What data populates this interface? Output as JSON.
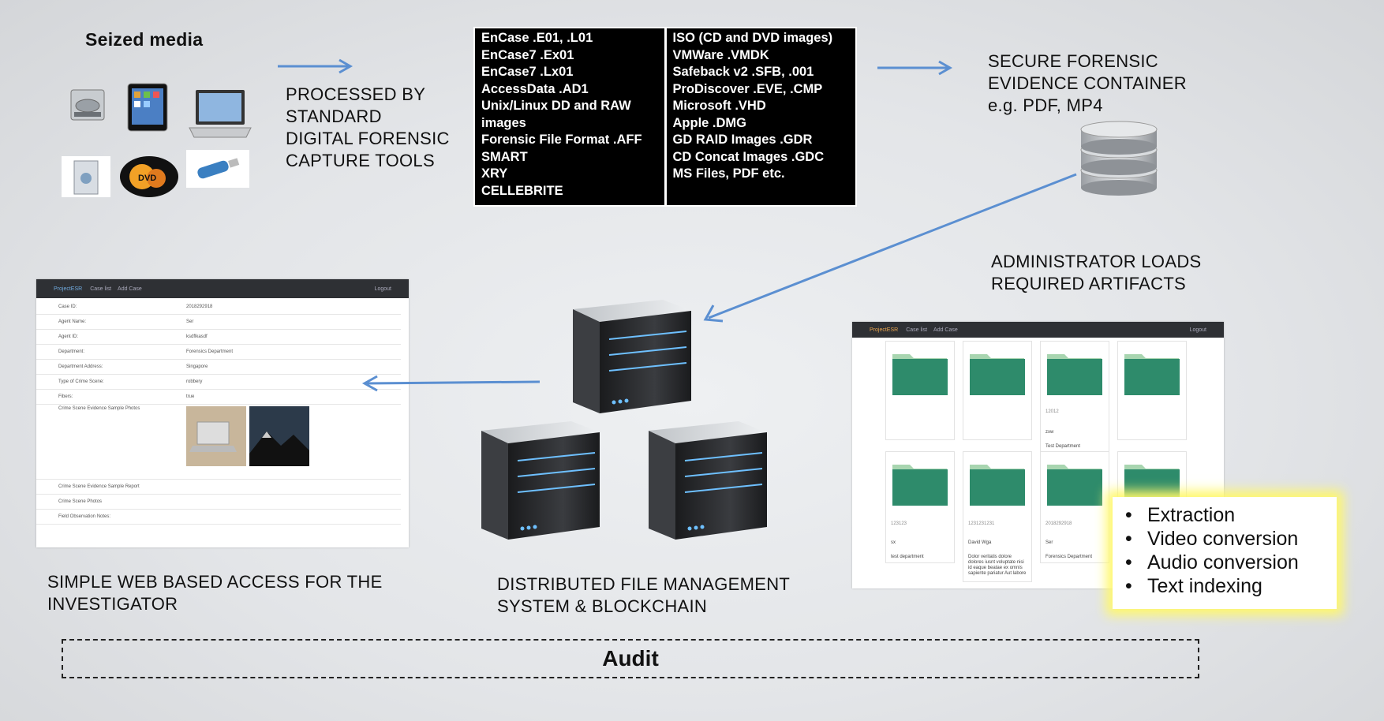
{
  "seized_media": {
    "title": "Seized media",
    "icons": [
      "hard-drive-icon",
      "tablet-icon",
      "laptop-icon",
      "server-box-icon",
      "dvd-icon",
      "usb-stick-icon"
    ]
  },
  "processed": [
    "PROCESSED BY",
    "STANDARD",
    "DIGITAL FORENSIC",
    "CAPTURE TOOLS"
  ],
  "formats": {
    "left": [
      "EnCase .E01, .L01",
      "EnCase7 .Ex01",
      "EnCase7 .Lx01",
      "AccessData .AD1",
      "Unix/Linux DD and RAW",
      "images",
      "Forensic File Format .AFF",
      "SMART",
      "XRY",
      "CELLEBRITE"
    ],
    "right": [
      "ISO (CD and DVD images)",
      "VMWare .VMDK",
      "Safeback v2 .SFB, .001",
      "ProDiscover .EVE, .CMP",
      "Microsoft .VHD",
      "Apple .DMG",
      "GD RAID Images .GDR",
      "CD Concat Images .GDC",
      "MS Files, PDF etc."
    ]
  },
  "container": [
    "SECURE FORENSIC",
    "EVIDENCE CONTAINER",
    "e.g. PDF, MP4"
  ],
  "admin": [
    "ADMINISTRATOR LOADS",
    "REQUIRED ARTIFACTS"
  ],
  "web_access": [
    "SIMPLE WEB BASED ACCESS FOR THE",
    "INVESTIGATOR"
  ],
  "dfms": [
    "DISTRIBUTED FILE MANAGEMENT",
    "SYSTEM & BLOCKCHAIN"
  ],
  "processing": [
    "Extraction",
    "Video conversion",
    "Audio conversion",
    "Text indexing"
  ],
  "audit": "Audit",
  "case_app": {
    "brand": "ProjectESR",
    "nav": [
      "Case list",
      "Add Case"
    ],
    "logout": "Logout",
    "fields": [
      {
        "k": "Case ID:",
        "v": "2018292918"
      },
      {
        "k": "Agent Name:",
        "v": "Ser"
      },
      {
        "k": "Agent ID:",
        "v": "ksdflkasdf"
      },
      {
        "k": "Department:",
        "v": "Forensics Department"
      },
      {
        "k": "Department Address:",
        "v": "Singapore"
      },
      {
        "k": "Type of Crime Scene:",
        "v": "robbery"
      },
      {
        "k": "Fibers:",
        "v": "true"
      },
      {
        "k": "Crime Scene Evidence Sample Photos",
        "v": ""
      }
    ],
    "extra_fields": [
      "Crime Scene Evidence Sample Report",
      "Crime Scene Photos",
      "Field Observation Notes:"
    ]
  },
  "folder_app": {
    "brand": "ProjectESR",
    "nav": [
      "Case list",
      "Add Case"
    ],
    "logout": "Logout",
    "cards_row1": [
      {
        "id": "",
        "name": "",
        "dept": ""
      },
      {
        "id": "",
        "name": "",
        "dept": ""
      },
      {
        "id": "12012",
        "name": "zxw",
        "dept": "Test Department"
      },
      {
        "id": "",
        "name": "",
        "dept": ""
      }
    ],
    "cards_row2": [
      {
        "id": "123123",
        "name": "sx",
        "dept": "test department"
      },
      {
        "id": "1231231231",
        "name": "David Wga",
        "dept": "Dolor veritatis dolore dolores iusnt voluptate nisi id eaque beatae ex omnis sapiente pariatur Aut labore"
      },
      {
        "id": "2018292918",
        "name": "Ser",
        "dept": "Forensics Department"
      },
      {
        "id": "",
        "name": "",
        "dept": ""
      }
    ]
  },
  "colors": {
    "arrow": "#5b8fd1",
    "folder": "#2e8b6b",
    "folder_tab": "#a8d5b0",
    "highlight": "#fff86a"
  }
}
